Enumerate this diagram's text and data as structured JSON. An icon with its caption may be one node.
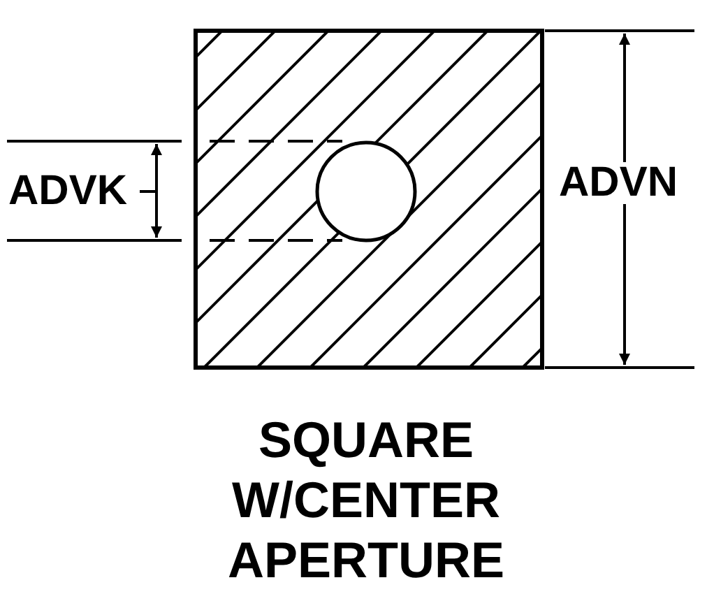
{
  "diagram": {
    "caption": "SQUARE W/CENTER APERTURE",
    "labels": [
      "ADVK",
      "ADVN"
    ]
  }
}
